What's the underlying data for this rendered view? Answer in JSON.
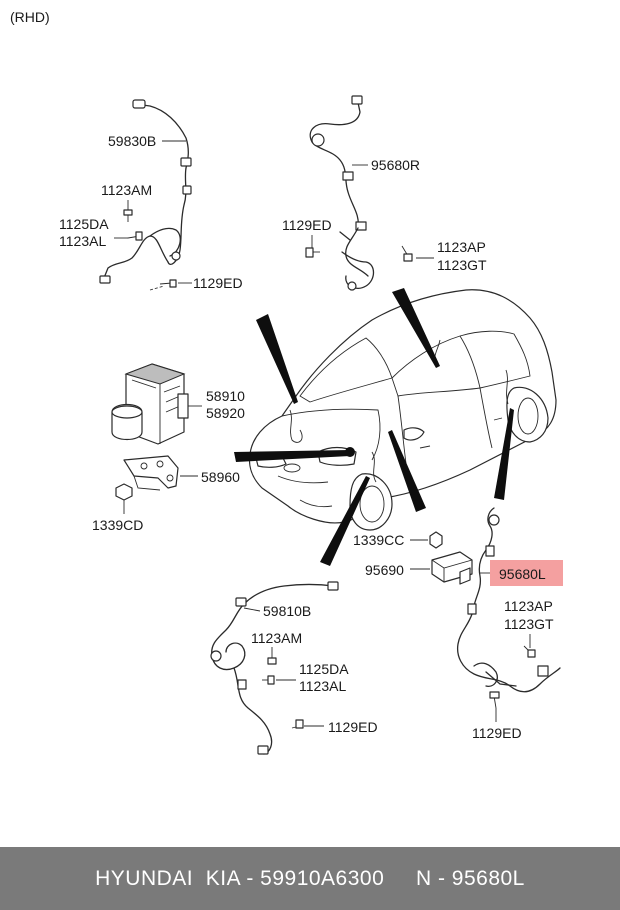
{
  "header": {
    "variant": "(RHD)"
  },
  "labels": {
    "p59830B": "59830B",
    "p1123AM_top": "1123AM",
    "p1125DA_top": "1125DA",
    "p1123AL_top": "1123AL",
    "p1129ED_topleft": "1129ED",
    "p95680R": "95680R",
    "p1129ED_topmid": "1129ED",
    "p1123AP_top": "1123AP",
    "p1123GT_top": "1123GT",
    "p58910": "58910",
    "p58920": "58920",
    "p58960": "58960",
    "p1339CD": "1339CD",
    "p1339CC": "1339CC",
    "p95690": "95690",
    "p95680L": "95680L",
    "p59810B": "59810B",
    "p1123AM_bot": "1123AM",
    "p1125DA_bot": "1125DA",
    "p1123AL_bot": "1123AL",
    "p1129ED_botleft": "1129ED",
    "p1123AP_bot": "1123AP",
    "p1123GT_bot": "1123GT",
    "p1129ED_botright": "1129ED"
  },
  "highlight": {
    "part": "95680L",
    "color": "#f4a0a0"
  },
  "footer": {
    "text": "HYUNDAI  KIA - 59910A6300     N - 95680L",
    "background": "#7a7a7a"
  }
}
